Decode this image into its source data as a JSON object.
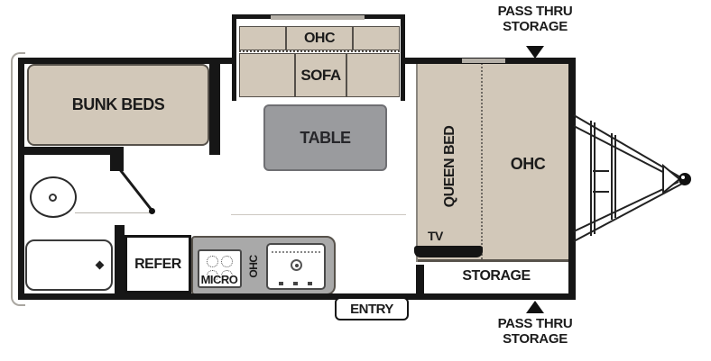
{
  "colors": {
    "wall": "#161616",
    "furniture_tan": "#d2c8b9",
    "furniture_border": "#55504a",
    "table_gray": "#9a9b9e",
    "counter_gray": "#a9a9a9",
    "window_gray": "#b5b0a8",
    "text": "#1b1b1b"
  },
  "labels": {
    "bunk_beds": "BUNK BEDS",
    "sofa_ohc": "OHC",
    "sofa": "SOFA",
    "table": "TABLE",
    "queen_bed": "QUEEN BED",
    "bedroom_ohc": "OHC",
    "tv": "TV",
    "storage": "STORAGE",
    "refer": "REFER",
    "micro": "MICRO",
    "kitchen_ohc": "OHC",
    "entry": "ENTRY"
  },
  "callouts": {
    "pass_thru_top": {
      "line1": "PASS THRU",
      "line2": "STORAGE"
    },
    "pass_thru_bottom": {
      "line1": "PASS THRU",
      "line2": "STORAGE"
    }
  }
}
